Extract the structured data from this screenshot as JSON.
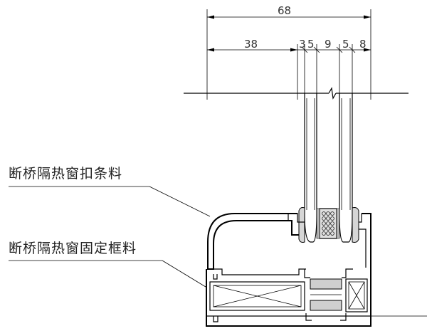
{
  "dimensions": {
    "overall": "68",
    "frame": "38",
    "seg1": "3",
    "seg2": "5",
    "seg3": "9",
    "seg4": "5",
    "seg5": "8"
  },
  "labels": {
    "bead": "断桥隔热窗扣条料",
    "frame": "断桥隔热窗固定框料"
  }
}
